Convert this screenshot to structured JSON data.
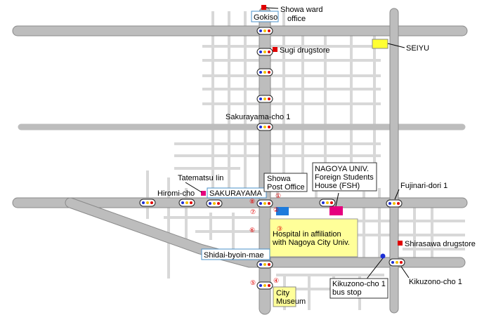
{
  "colors": {
    "main_road": "#bdbdbd",
    "main_road_edge": "#8a8a8a",
    "minor_road": "#d8d8d8",
    "hospital_fill": "#ffff99",
    "seiyu_fill": "#ffff33",
    "city_museum_fill": "#ffff99",
    "post_office": "#1e7bdc",
    "fsh": "#e6007e",
    "red_marker": "#e00000",
    "label_box_border": "#333333",
    "station_box_border": "#4a90c8",
    "bus_stop": "#1c2fd6"
  },
  "stations": {
    "gokiso": "Gokiso",
    "sakurayama": "SAKURAYAMA",
    "shidai_byoin_mae": "Shidai-byoin-mae"
  },
  "labels": {
    "showa_ward_office_1": "Showa ward",
    "showa_ward_office_2": "office",
    "sugi_drugstore": "Sugi drugstore",
    "seiyu": "SEIYU",
    "sakurayama_cho_1": "Sakurayama-cho 1",
    "tatematsu_iin": "Tatematsu Iin",
    "hiromi_cho": "Hiromi-cho",
    "showa_post_office_1": "Showa",
    "showa_post_office_2": "Post Office",
    "fsh_1": "NAGOYA UNIV.",
    "fsh_2": "Foreign Students",
    "fsh_3": "House (FSH)",
    "fujinari_dori_1": "Fujinari-dori 1",
    "hospital_1": "Hospital in affiliation",
    "hospital_2": "with Nagoya City Univ.",
    "shirasawa_drugstore": "Shirasawa drugstore",
    "kikuzono_cho_1": "Kikuzono-cho 1",
    "bus_stop_1": "Kikuzono-cho 1",
    "bus_stop_2": "bus stop",
    "city_museum_1": "City",
    "city_museum_2": "Museum"
  },
  "exits": [
    "①",
    "②",
    "③",
    "④",
    "⑤",
    "⑥",
    "⑦",
    "⑧"
  ]
}
